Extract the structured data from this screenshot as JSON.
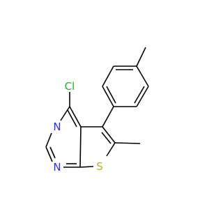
{
  "molecule": {
    "atom_labels": {
      "chlorine": "Cl",
      "nitrogen_upper": "N",
      "nitrogen_lower": "N",
      "sulfur": "S"
    },
    "colors": {
      "bond": "#000000",
      "chlorine": "#1fb51f",
      "nitrogen": "#2c2cf5",
      "sulfur": "#b5b51f",
      "background": "#ffffff"
    }
  }
}
